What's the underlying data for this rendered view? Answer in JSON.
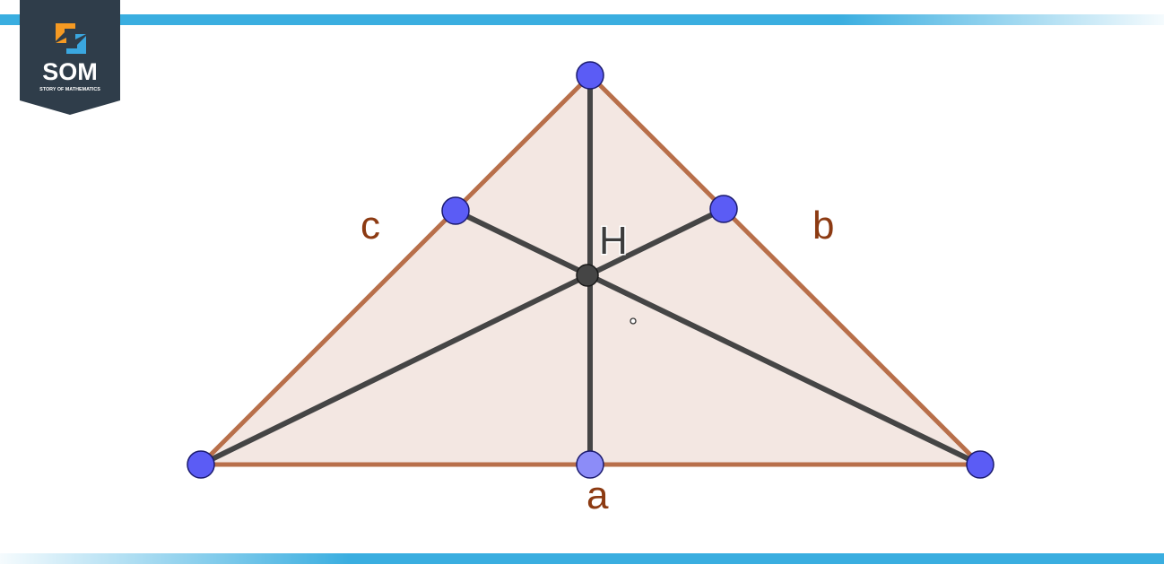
{
  "branding": {
    "logo_text": "SOM",
    "logo_subtext": "STORY OF MATHEMATICS"
  },
  "colors": {
    "stripe": "#3aaee0",
    "logo_bg": "#2f3d4a",
    "logo_orange": "#f59a23",
    "logo_blue": "#3aa7e0",
    "triangle_fill": "#f3e7e2",
    "triangle_edge": "#b86f4a",
    "altitude_line": "#454545",
    "vertex_point": "#5b5cf5",
    "foot_point_base": "#8c8cf8",
    "orthocenter_point": "#454545",
    "side_label": "#8c3a12"
  },
  "diagram": {
    "side_labels": {
      "a": "a",
      "b": "b",
      "c": "c"
    },
    "orthocenter_label": "H"
  }
}
